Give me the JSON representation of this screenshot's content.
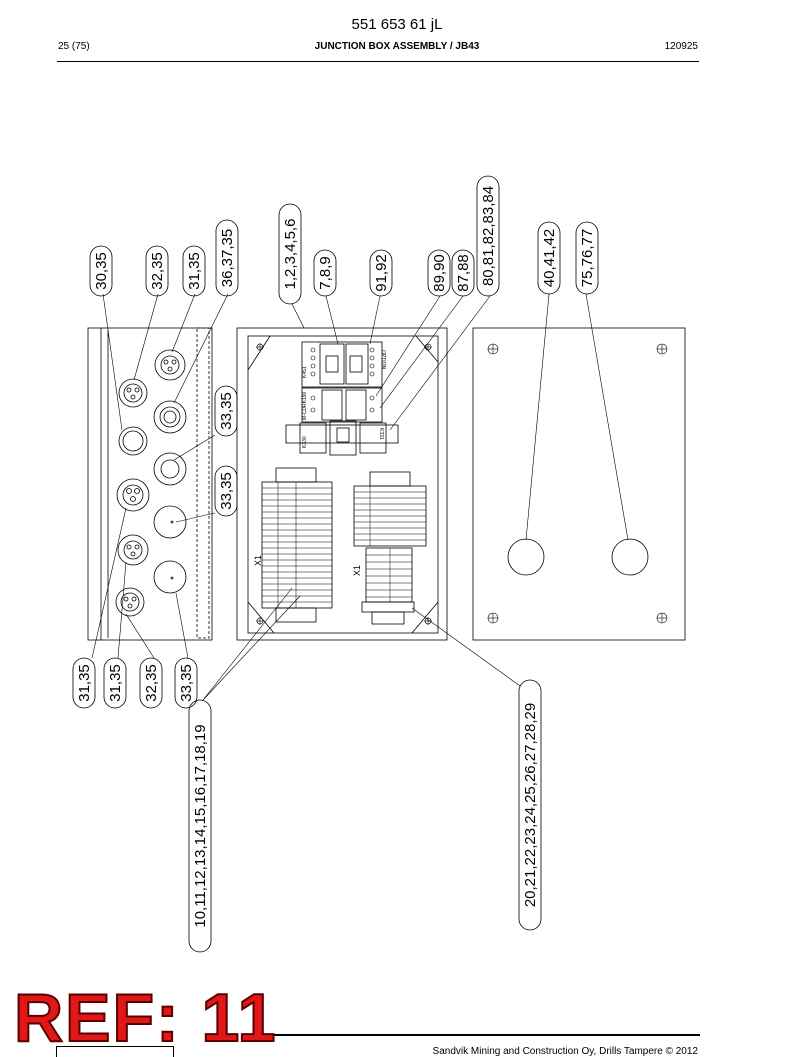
{
  "header": {
    "doc_number": "551 653 61 jL",
    "page": "25 (75)",
    "title": "JUNCTION BOX ASSEMBLY / JB43",
    "date": "120925"
  },
  "footer": {
    "copyright": "Sandvik Mining and Construction Oy, Drills Tampere © 2012",
    "ref_stamp": "REF: 11"
  },
  "callouts": {
    "c30_35": "30,35",
    "c32_35_top": "32,35",
    "c31_35_top": "31,35",
    "c36_37_35": "36,37,35",
    "c1_6": "1,2,3,4,5,6",
    "c7_9": "7,8,9",
    "c91_92": "91,92",
    "c89_90": "89,90",
    "c87_88": "87,88",
    "c80_84": "80,81,82,83,84",
    "c40_42": "40,41,42",
    "c75_77": "75,76,77",
    "c33_35_a": "33,35",
    "c33_35_b": "33,35",
    "c31_35_b1": "31,35",
    "c31_35_b2": "31,35",
    "c32_35_b": "32,35",
    "c33_35_c": "33,35",
    "c10_19": "10,11,12,13,14,15,16,17,18,19",
    "c20_29": "20,21,22,23,24,25,26,27,28,29"
  },
  "drawing_labels": {
    "k451": "K451",
    "k_hm": "M-CDRK190",
    "option": "OPTION",
    "k330": "K330",
    "k331": "K331",
    "x1_left": "X1",
    "x1_right": "X1"
  }
}
